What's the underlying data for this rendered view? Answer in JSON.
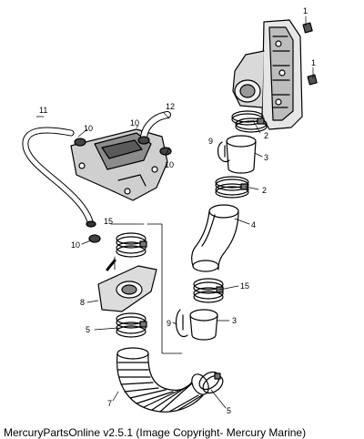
{
  "caption": "MercuryPartsOnline v2.5.1 (Image Copyright- Mercury Marine)",
  "callouts": [
    "1",
    "1",
    "2",
    "3",
    "2",
    "4",
    "15",
    "3",
    "9",
    "12",
    "10",
    "10",
    "11",
    "10",
    "9",
    "15",
    "10",
    "8",
    "5",
    "7",
    "5"
  ],
  "parts": [
    "exhaust-elbow",
    "plug",
    "hose-clamp",
    "sleeve",
    "exhaust-pipe",
    "flapper-plate",
    "bracket",
    "water-hose",
    "hose",
    "clip",
    "bellows",
    "gasket"
  ]
}
